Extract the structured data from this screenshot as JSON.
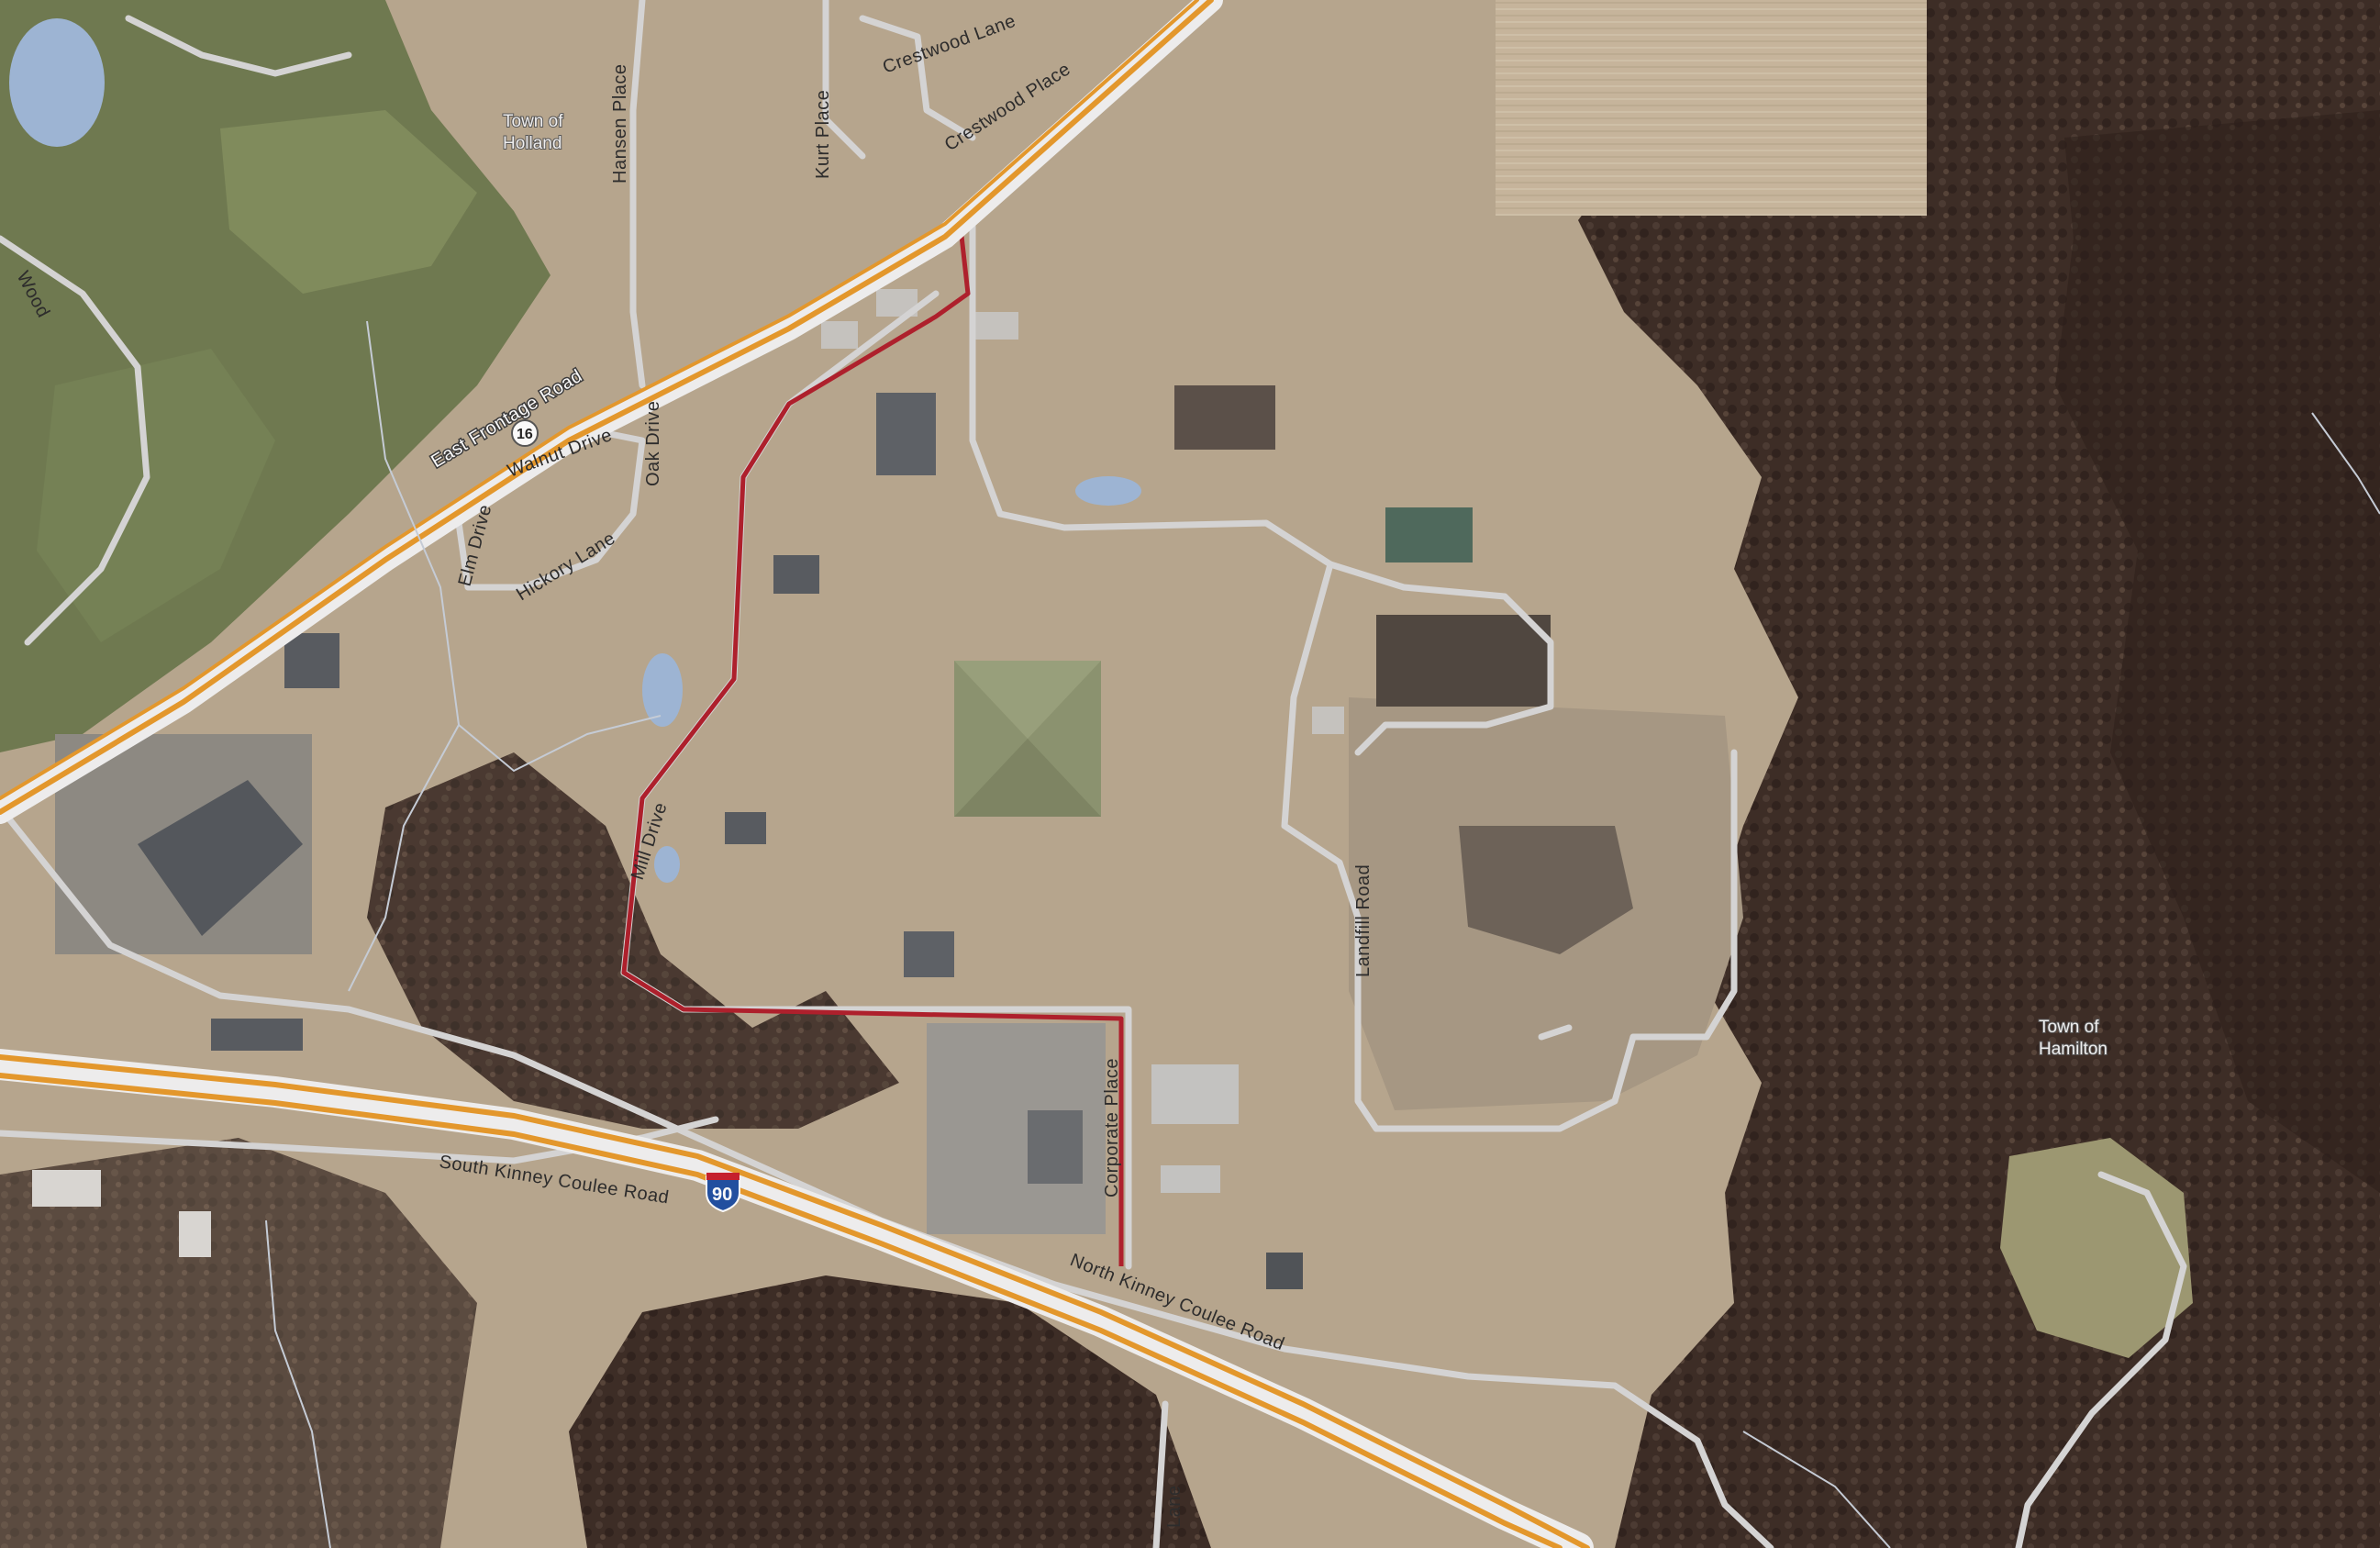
{
  "map": {
    "town_labels": [
      {
        "line1": "Town of",
        "line2": "Holland"
      },
      {
        "line1": "Town of",
        "line2": "Hamilton"
      }
    ],
    "roads": {
      "east_frontage": "East Frontage Road",
      "south_kinney": "South Kinney Coulee Road",
      "north_kinney": "North Kinney Coulee Road",
      "landfill": "Landfill Road",
      "hansen": "Hansen Place",
      "crestwood_place": "Crestwood Place",
      "crestwood_lane": "Crestwood Lane",
      "kurt": "Kurt Place",
      "walnut": "Walnut Drive",
      "hickory": "Hickory Lane",
      "oak": "Oak Drive",
      "elm": "Elm Drive",
      "mill": "Mill Drive",
      "wood": "Wood",
      "lane": "Lane",
      "corporate": "Corporate Place"
    },
    "shields": {
      "state_highway": "16",
      "interstate": "90"
    },
    "colors": {
      "highway": "#e89a2a",
      "roads": "#d8d8d8",
      "boundary_highlight": "#b01e2a",
      "water": "#9fb8d8",
      "forest": "#3c2a22",
      "field": "#bda98c"
    }
  }
}
